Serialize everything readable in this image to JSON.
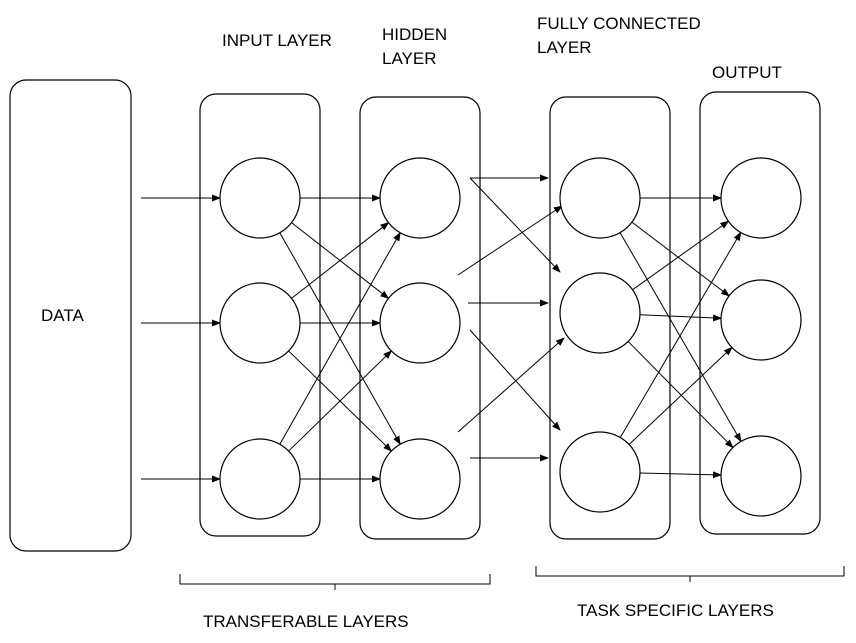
{
  "labels": {
    "data": "DATA",
    "input_layer": "INPUT LAYER",
    "hidden_layer_line1": "HIDDEN",
    "hidden_layer_line2": "LAYER",
    "fully_connected_line1": "FULLY CONNECTED",
    "fully_connected_line2": "LAYER",
    "output": "OUTPUT",
    "transferable_layers": "TRANSFERABLE LAYERS",
    "task_specific_layers": "TASK SPECIFIC LAYERS"
  },
  "layers": [
    {
      "id": "input",
      "nodes": 3
    },
    {
      "id": "hidden",
      "nodes": 3
    },
    {
      "id": "fully-connected",
      "nodes": 3
    },
    {
      "id": "output",
      "nodes": 3
    }
  ],
  "colors": {
    "stroke": "#000000",
    "background": "#ffffff"
  }
}
